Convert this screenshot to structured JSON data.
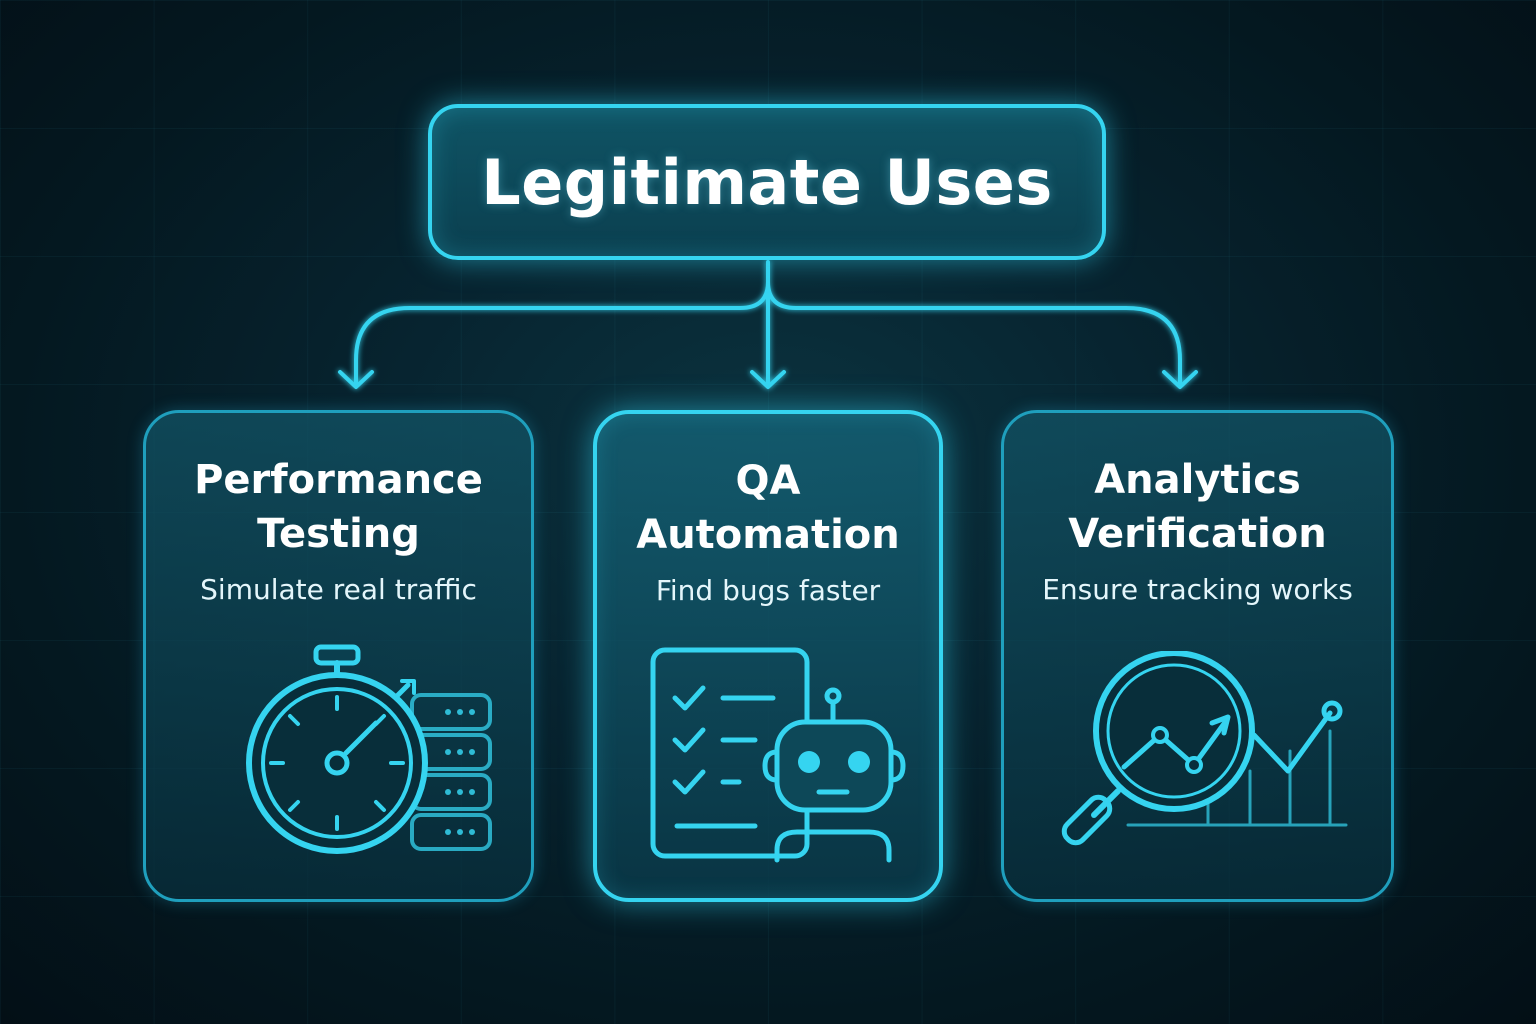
{
  "title": "Legitimate Uses",
  "colors": {
    "accent": "#35d4f0",
    "card_border": "#1f9fbd",
    "background": "#041820"
  },
  "cards": [
    {
      "title_lines": [
        "Performance",
        "Testing"
      ],
      "subtitle": "Simulate real traffic",
      "icon": "stopwatch-server-icon"
    },
    {
      "title_lines": [
        "QA",
        "Automation"
      ],
      "subtitle": "Find bugs faster",
      "icon": "checklist-robot-icon"
    },
    {
      "title_lines": [
        "Analytics",
        "Verification"
      ],
      "subtitle": "Ensure tracking works",
      "icon": "magnifier-chart-icon"
    }
  ]
}
